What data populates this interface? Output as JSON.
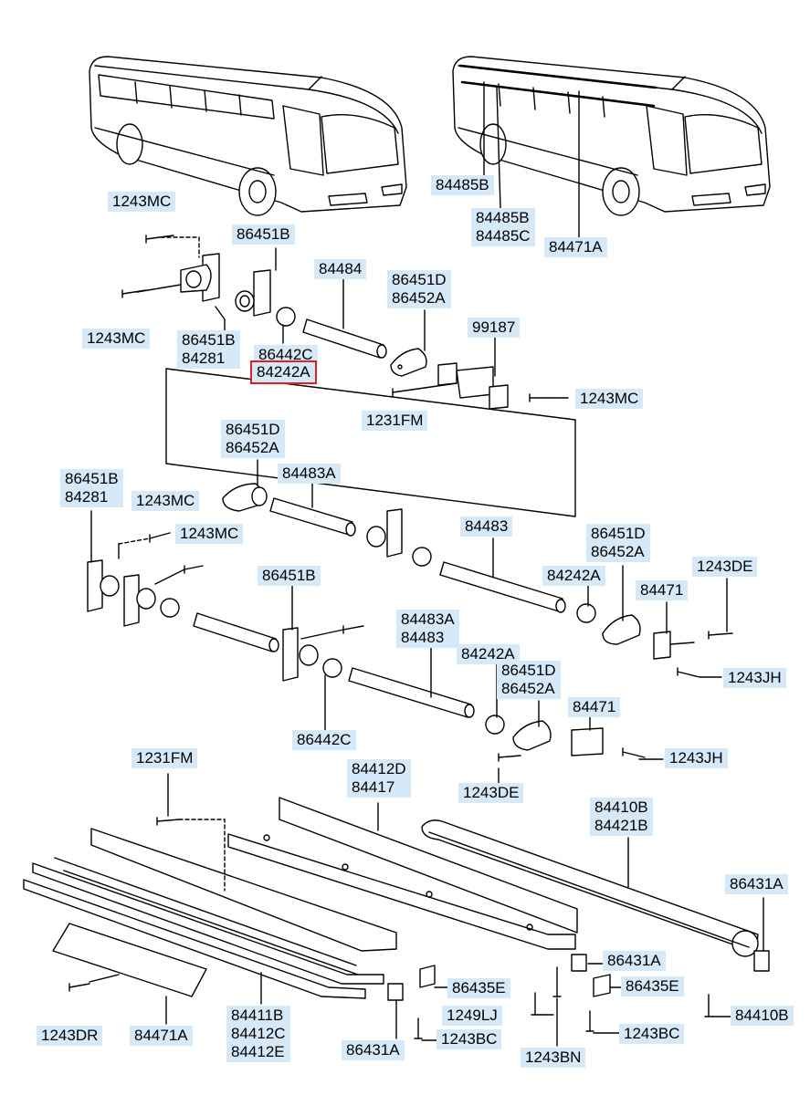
{
  "highlight_color": "#e02020",
  "label_bg": "#d6e9f8",
  "labels": {
    "l_84485B_top": [
      "84485B"
    ],
    "l_84485BC": [
      "84485B",
      "84485C"
    ],
    "l_84471A_top": [
      "84471A"
    ],
    "l_1243MC_a": [
      "1243MC"
    ],
    "l_86451B_a": [
      "86451B"
    ],
    "l_84484": [
      "84484"
    ],
    "l_86451D_a": [
      "86451D",
      "86452A"
    ],
    "l_99187": [
      "99187"
    ],
    "l_1243MC_b": [
      "1243MC"
    ],
    "l_86451B_84281_a": [
      "86451B",
      "84281"
    ],
    "l_86442C_a": [
      "86442C"
    ],
    "l_84242A_hl": [
      "84242A"
    ],
    "l_1243MC_c": [
      "1243MC"
    ],
    "l_1231FM_a": [
      "1231FM"
    ],
    "l_86451D_b": [
      "86451D",
      "86452A"
    ],
    "l_84483A_a": [
      "84483A"
    ],
    "l_86451B_84281_b": [
      "86451B",
      "84281"
    ],
    "l_1243MC_d": [
      "1243MC"
    ],
    "l_1243MC_e": [
      "1243MC"
    ],
    "l_84483": [
      "84483"
    ],
    "l_86451D_c": [
      "86451D",
      "86452A"
    ],
    "l_1243DE_a": [
      "1243DE"
    ],
    "l_84242A_b": [
      "84242A"
    ],
    "l_84471_a": [
      "84471"
    ],
    "l_86451B_b": [
      "86451B"
    ],
    "l_84483A_b": [
      "84483A",
      "84483"
    ],
    "l_1243JH_a": [
      "1243JH"
    ],
    "l_84242A_c": [
      "84242A"
    ],
    "l_86451D_d": [
      "86451D",
      "86452A"
    ],
    "l_86442C_b": [
      "86442C"
    ],
    "l_84471_b": [
      "84471"
    ],
    "l_1243JH_b": [
      "1243JH"
    ],
    "l_1243DE_b": [
      "1243DE"
    ],
    "l_1231FM_b": [
      "1231FM"
    ],
    "l_84412D": [
      "84412D",
      "84417"
    ],
    "l_84410B_84421B": [
      "84410B",
      "84421B"
    ],
    "l_86431A_a": [
      "86431A"
    ],
    "l_86431A_b": [
      "86431A"
    ],
    "l_86435E_a": [
      "86435E"
    ],
    "l_86435E_b": [
      "86435E"
    ],
    "l_1249LJ": [
      "1249LJ"
    ],
    "l_1243BC_a": [
      "1243BC"
    ],
    "l_1243BC_b": [
      "1243BC"
    ],
    "l_84410B_b": [
      "84410B"
    ],
    "l_1243BN": [
      "1243BN"
    ],
    "l_1243DR": [
      "1243DR"
    ],
    "l_84471A_b": [
      "84471A"
    ],
    "l_84411B": [
      "84411B",
      "84412C",
      "84412E"
    ],
    "l_86431A_c": [
      "86431A"
    ]
  }
}
